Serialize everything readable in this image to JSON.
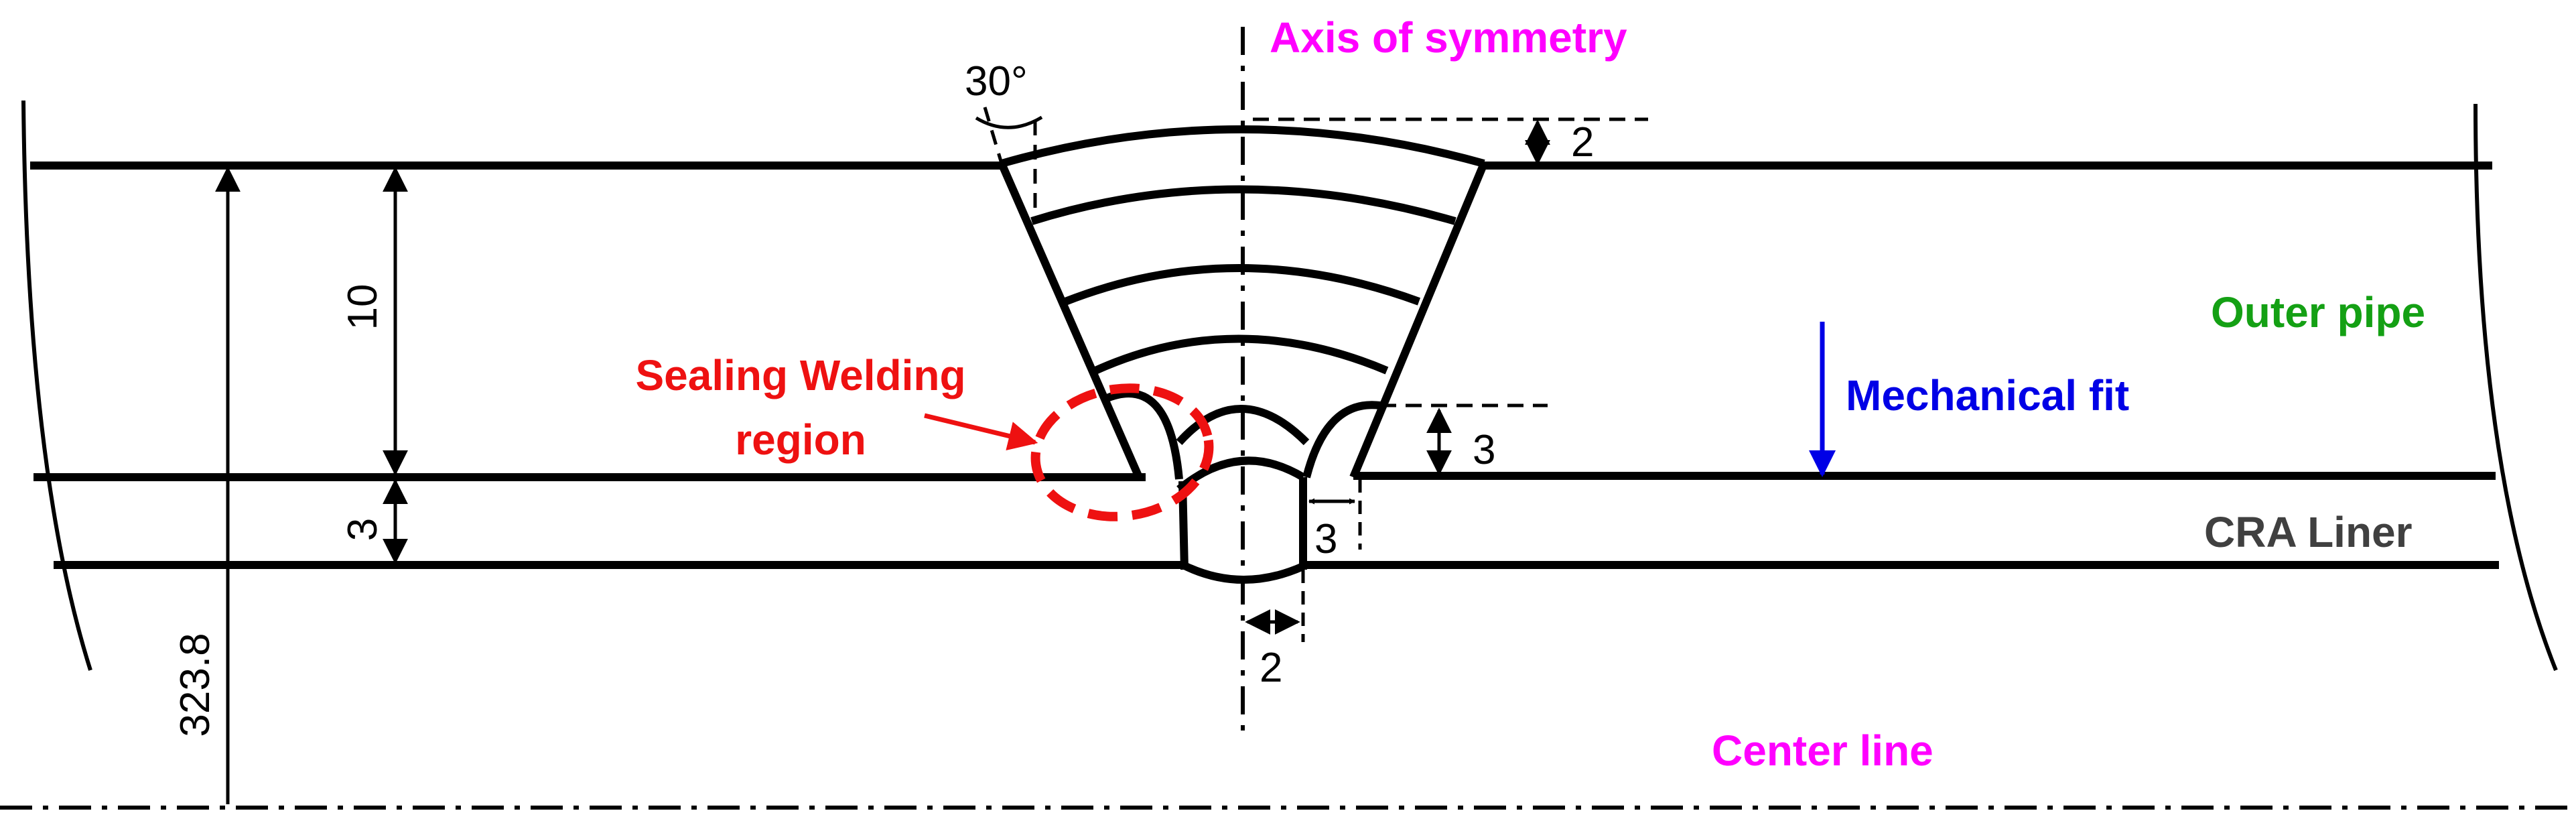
{
  "labels": {
    "axis_of_symmetry": "Axis of symmetry",
    "outer_pipe": "Outer pipe",
    "mechanical_fit": "Mechanical fit",
    "cra_liner": "CRA Liner",
    "center_line": "Center line",
    "sealing_line1": "Sealing Welding",
    "sealing_line2": "region"
  },
  "dimensions": {
    "bevel_angle": "30°",
    "cap_reinforcement": "2",
    "outer_thickness": "10",
    "liner_thickness": "3",
    "seal_height": "3",
    "seal_width": "3",
    "root_gap": "2",
    "pipe_diameter": "323.8"
  },
  "colors": {
    "line": "#000000",
    "axis_label": "#ff00ff",
    "center_label": "#ff00ff",
    "outer_pipe_label": "#14a014",
    "mechanical_fit": "#0000e6",
    "cra_liner_label": "#404040",
    "sealing_region": "#ee1111"
  }
}
